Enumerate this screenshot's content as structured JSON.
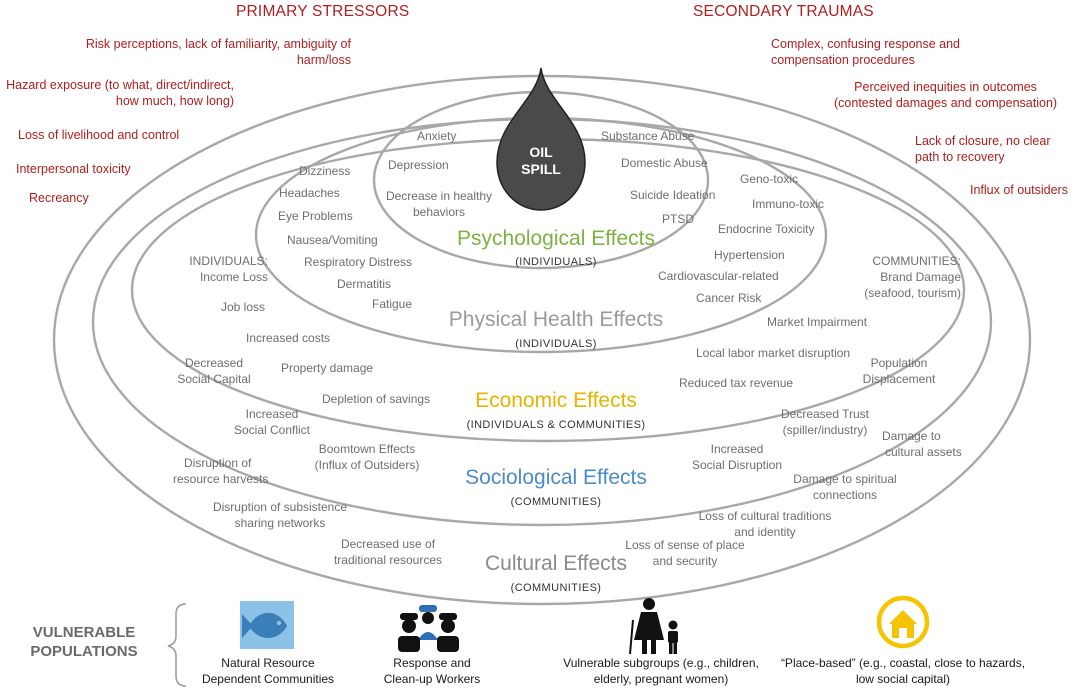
{
  "center": {
    "line1": "OIL",
    "line2": "SPILL"
  },
  "headers": {
    "primary": "PRIMARY STRESSORS",
    "secondary": "SECONDARY TRAUMAS"
  },
  "primary_stressors": [
    [
      "Risk perceptions, lack of familiarity, ambiguity of",
      "harm/loss"
    ],
    [
      "Hazard exposure (to what, direct/indirect,",
      "how much, how long)"
    ],
    [
      "Loss of livelihood and control"
    ],
    [
      "Interpersonal toxicity"
    ],
    [
      "Recreancy"
    ]
  ],
  "secondary_traumas": [
    [
      "Complex, confusing response and",
      "compensation procedures"
    ],
    [
      "Perceived inequities in outcomes",
      "(contested damages and compensation)"
    ],
    [
      "Lack of closure, no clear",
      "path to recovery"
    ],
    [
      "Influx of outsiders"
    ]
  ],
  "layers": {
    "psychological": {
      "title": "Psychological Effects",
      "sub": "(INDIVIDUALS)",
      "color": "#7cb342"
    },
    "physical": {
      "title": "Physical Health Effects",
      "sub": "(INDIVIDUALS)",
      "color": "#9a9a9a"
    },
    "economic": {
      "title": "Economic Effects",
      "sub": "(INDIVIDUALS & COMMUNITIES)",
      "color": "#e6b400"
    },
    "sociological": {
      "title": "Sociological Effects",
      "sub": "(COMMUNITIES)",
      "color": "#4a8cc9"
    },
    "cultural": {
      "title": "Cultural Effects",
      "sub": "(COMMUNITIES)",
      "color": "#8a8a8a"
    }
  },
  "psych_items": {
    "anxiety": "Anxiety",
    "depression": "Depression",
    "healthy": [
      "Decrease in healthy",
      "behaviors"
    ],
    "substance": "Substance Abuse",
    "domestic": "Domestic Abuse",
    "suicide": "Suicide Ideation",
    "ptsd": "PTSD"
  },
  "physical_items": {
    "dizziness": "Dizziness",
    "headaches": "Headaches",
    "eye": "Eye Problems",
    "nausea": "Nausea/Vomiting",
    "respiratory": "Respiratory Distress",
    "dermatitis": "Dermatitis",
    "fatigue": "Fatigue",
    "geno": "Geno-toxic",
    "immuno": "Immuno-toxic",
    "endocrine": "Endocrine Toxicity",
    "hypertension": "Hypertension",
    "cardio": "Cardiovascular-related",
    "cancer": "Cancer Risk"
  },
  "economic_items": {
    "individuals": [
      "INDIVIDUALS:",
      "Income Loss"
    ],
    "job": "Job loss",
    "costs": "Increased costs",
    "property": "Property damage",
    "savings": "Depletion of savings",
    "communities": [
      "COMMUNITIES:",
      "Brand Damage",
      "(seafood, tourism)"
    ],
    "market": "Market Impairment",
    "labor": "Local labor market disruption",
    "tax": "Reduced tax revenue"
  },
  "socio_items": {
    "capital": [
      "Decreased",
      "Social Capital"
    ],
    "conflict": [
      "Increased",
      "Social Conflict"
    ],
    "boomtown": [
      "Boomtown Effects",
      "(Influx of Outsiders)"
    ],
    "displacement": [
      "Population",
      "Displacement"
    ],
    "trust": [
      "Decreased Trust",
      "(spiller/industry)"
    ],
    "disruption": [
      "Increased",
      "Social Disruption"
    ]
  },
  "cultural_items": {
    "harvests": [
      "Disruption of",
      "resource harvests"
    ],
    "sharing": [
      "Disruption of subsistence",
      "sharing networks"
    ],
    "traditional": [
      "Decreased use of",
      "traditional resources"
    ],
    "assets": [
      "Damage to",
      "cultural assets"
    ],
    "spiritual": [
      "Damage to spiritual",
      "connections"
    ],
    "traditions": [
      "Loss of cultural traditions",
      "and identity"
    ],
    "place": [
      "Loss of sense of place",
      "and security"
    ]
  },
  "vulnerable": {
    "title": [
      "VULNERABLE",
      "POPULATIONS"
    ],
    "groups": [
      {
        "icon": "fish-icon",
        "label": [
          "Natural Resource",
          "Dependent  Communities"
        ]
      },
      {
        "icon": "workers-icon",
        "label": [
          "Response and",
          "Clean-up Workers"
        ]
      },
      {
        "icon": "family-icon",
        "label": [
          "Vulnerable subgroups (e.g., children,",
          "elderly, pregnant women)"
        ]
      },
      {
        "icon": "house-icon",
        "label": [
          "“Place-based” (e.g.,  coastal, close to hazards,",
          "low social capital)"
        ]
      }
    ]
  },
  "colors": {
    "ring": "#a8a8a8",
    "drop": "#4a4a4a",
    "stressor_red": "#b01e1e",
    "fish_bg": "#8bc3e8",
    "fish": "#3a7fb8",
    "house_ring": "#f5c400"
  }
}
